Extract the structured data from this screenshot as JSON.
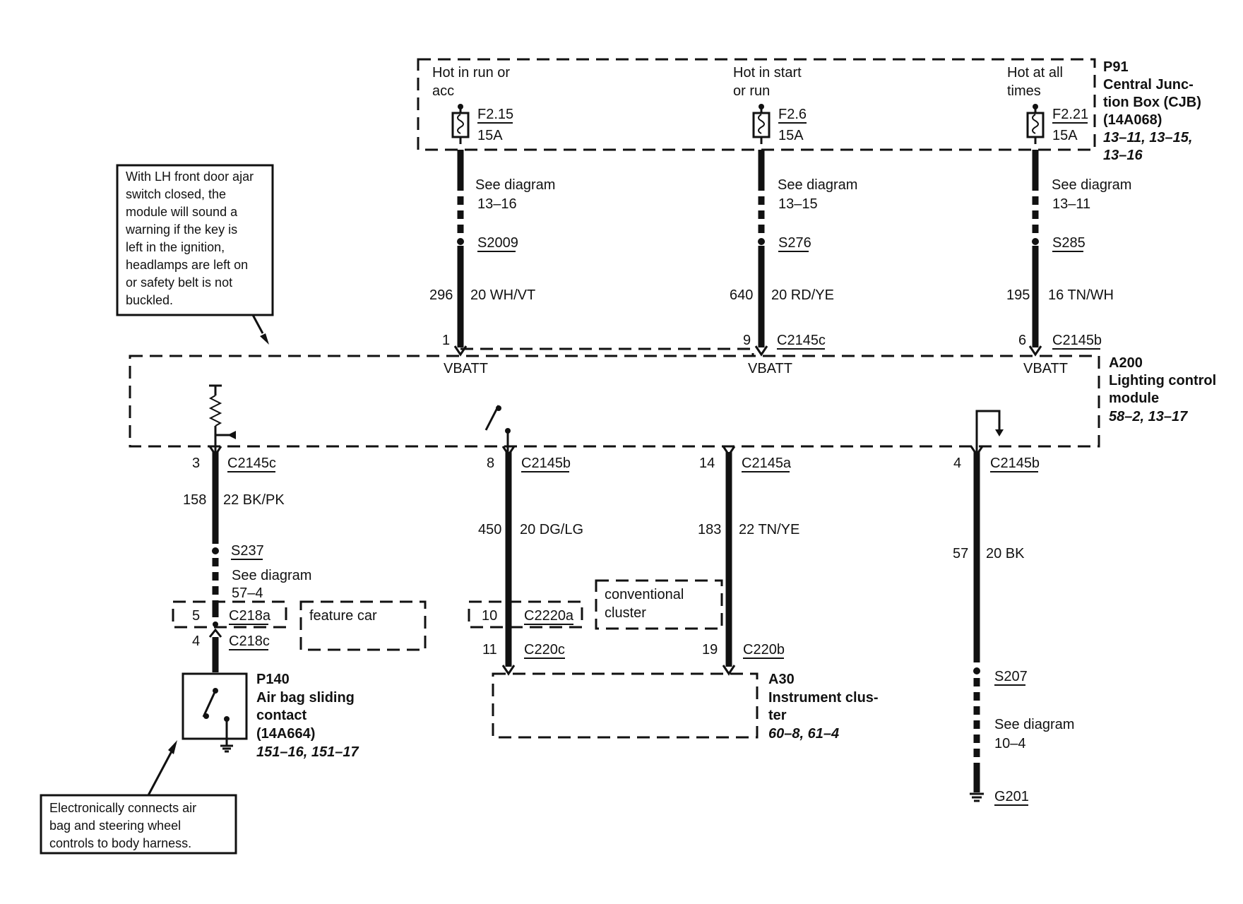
{
  "p91": {
    "id": "P91",
    "name_lines": [
      "Central Junc-",
      "tion Box (CJB)",
      "(14A068)"
    ],
    "ref_lines": [
      "13–11, 13–15,",
      "13–16"
    ]
  },
  "fuses": [
    {
      "hot_lines": [
        "Hot in run or",
        "acc"
      ],
      "fuse": "F2.15",
      "amps": "15A",
      "see": "See diagram",
      "see_ref": "13–16",
      "splice": "S2009",
      "circuit": "296",
      "wire": "20 WH/VT",
      "pin": "1",
      "connector": ""
    },
    {
      "hot_lines": [
        "Hot in start",
        "or run"
      ],
      "fuse": "F2.6",
      "amps": "15A",
      "see": "See diagram",
      "see_ref": "13–15",
      "splice": "S276",
      "circuit": "640",
      "wire": "20 RD/YE",
      "pin": "9",
      "connector": "C2145c"
    },
    {
      "hot_lines": [
        "Hot at all",
        "times"
      ],
      "fuse": "F2.21",
      "amps": "15A",
      "see": "See diagram",
      "see_ref": "13–11",
      "splice": "S285",
      "circuit": "195",
      "wire": "16 TN/WH",
      "pin": "6",
      "connector": "C2145b"
    }
  ],
  "vbatt_label": "VBATT",
  "a200": {
    "id": "A200",
    "name_lines": [
      "Lighting control",
      "module"
    ],
    "ref": "58–2, 13–17"
  },
  "note_top_lines": [
    "With LH front door ajar",
    "switch closed, the",
    "module will sound a",
    "warning if the key is",
    "left in the ignition,",
    "headlamps are left on",
    "or safety belt is not",
    "buckled."
  ],
  "note_bottom_lines": [
    "Electronically connects air",
    "bag and steering wheel",
    "controls to body harness."
  ],
  "outputs": [
    {
      "pin": "3",
      "connector": "C2145c",
      "circuit": "158",
      "wire": "22 BK/PK",
      "splice": "S237",
      "see": "See diagram",
      "see_ref": "57–4",
      "in_pin": "5",
      "in_conn": "C218a",
      "out_pin": "4",
      "out_conn": "C218c",
      "box_label": "feature car"
    },
    {
      "pin": "8",
      "connector": "C2145b",
      "circuit": "450",
      "wire": "20 DG/LG",
      "in_pin": "10",
      "in_conn": "C2220a",
      "out_pin": "11",
      "out_conn": "C220c"
    },
    {
      "pin": "14",
      "connector": "C2145a",
      "circuit": "183",
      "wire": "22 TN/YE",
      "out_pin": "19",
      "out_conn": "C220b",
      "box_label_lines": [
        "conventional",
        "cluster"
      ]
    },
    {
      "pin": "4",
      "connector": "C2145b",
      "circuit": "57",
      "wire": "20 BK",
      "splice": "S207",
      "see": "See diagram",
      "see_ref": "10–4",
      "ground": "G201"
    }
  ],
  "p140": {
    "id": "P140",
    "name_lines": [
      "Air bag sliding",
      "contact",
      "(14A664)"
    ],
    "ref": "151–16, 151–17"
  },
  "a30": {
    "id": "A30",
    "name_lines": [
      "Instrument clus-",
      "ter"
    ],
    "ref": "60–8, 61–4"
  }
}
